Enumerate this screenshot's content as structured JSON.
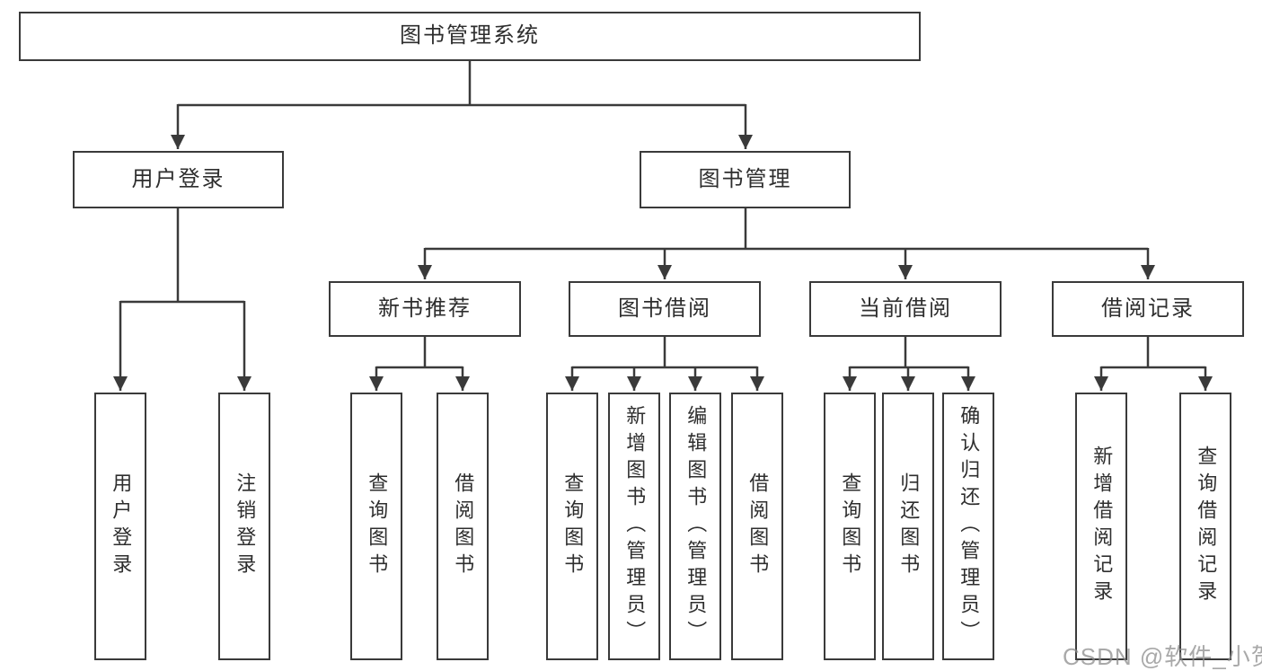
{
  "tree": {
    "root": "图书管理系统",
    "login": {
      "label": "用户登录",
      "children": [
        "用户登录",
        "注销登录"
      ]
    },
    "mgmt": {
      "label": "图书管理",
      "modules": [
        {
          "label": "新书推荐",
          "children": [
            "查询图书",
            "借阅图书"
          ]
        },
        {
          "label": "图书借阅",
          "children": [
            "查询图书",
            "新增图书（管理员）",
            "编辑图书（管理员）",
            "借阅图书"
          ]
        },
        {
          "label": "当前借阅",
          "children": [
            "查询图书",
            "归还图书",
            "确认归还（管理员）"
          ]
        },
        {
          "label": "借阅记录",
          "children": [
            "新增借阅记录",
            "查询借阅记录"
          ]
        }
      ]
    }
  },
  "watermark": "CSDN @软件_小贺同学",
  "colors": {
    "line": "#3a3a3a",
    "box_border": "#3a3a3a",
    "text": "#2e2e2e",
    "background": "#ffffff",
    "watermark": "#8c8c8c"
  }
}
